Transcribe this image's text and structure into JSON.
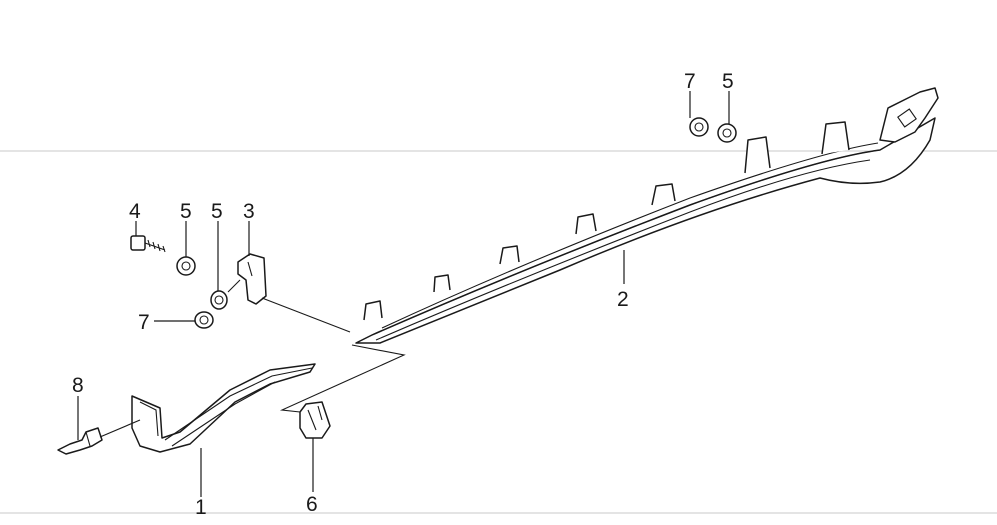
{
  "diagram": {
    "callouts": {
      "part1": "1",
      "part2": "2",
      "part3": "3",
      "part4": "4",
      "part5_a": "5",
      "part5_b": "5",
      "part5_c": "5",
      "part6": "6",
      "part7_a": "7",
      "part7_b": "7",
      "part8": "8"
    }
  }
}
